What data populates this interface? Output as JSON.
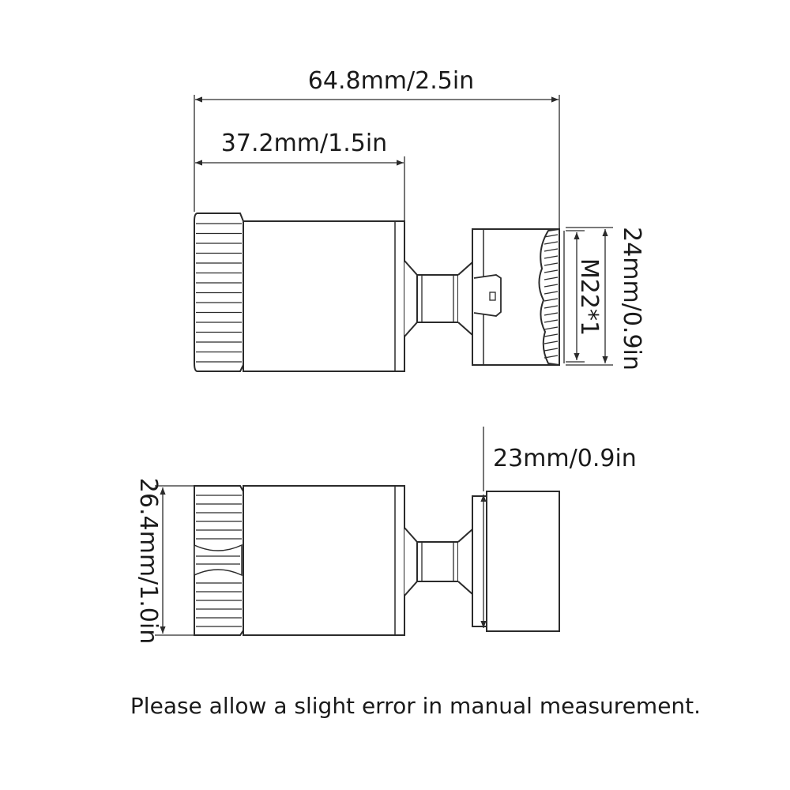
{
  "dimensions": {
    "total_length": "64.8mm/2.5in",
    "body_length": "37.2mm/1.5in",
    "thread_height": "24mm/0.9in",
    "thread_spec": "M22*1",
    "outlet_height": "23mm/0.9in",
    "body_diameter": "26.4mm/1.0in"
  },
  "note": "Please allow a slight error in manual measurement.",
  "colors": {
    "line": "#2b2b2b",
    "text": "#1a1a1a",
    "background": "#ffffff"
  }
}
